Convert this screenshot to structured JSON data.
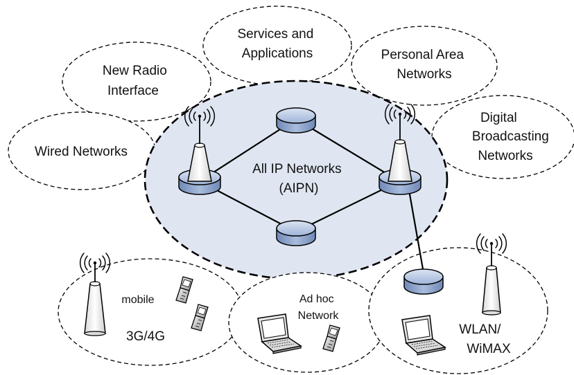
{
  "core": {
    "line1": "All IP Networks",
    "line2": "(AIPN)"
  },
  "clouds": {
    "services": [
      "Services and",
      "Applications"
    ],
    "radio": [
      "New Radio",
      "Interface"
    ],
    "personal": [
      "Personal Area",
      "Networks"
    ],
    "wired": [
      "Wired Networks"
    ],
    "digital": [
      "Digital",
      "Broadcasting",
      "Networks"
    ]
  },
  "access": {
    "mobile_label": "mobile",
    "generation_label": "3G/4G",
    "adhoc": [
      "Ad hoc",
      "Network"
    ],
    "wlan": [
      "WLAN/",
      "WiMAX"
    ]
  },
  "icons": [
    "router-icon",
    "antenna-tower-icon",
    "radio-waves-icon",
    "laptop-icon",
    "mobile-phone-icon"
  ],
  "colors": {
    "core_fill": "#dfe6f1",
    "device_fill": "#8ea6cf",
    "device_top": "#c9d6ec",
    "tower_fill": "#ececec"
  }
}
